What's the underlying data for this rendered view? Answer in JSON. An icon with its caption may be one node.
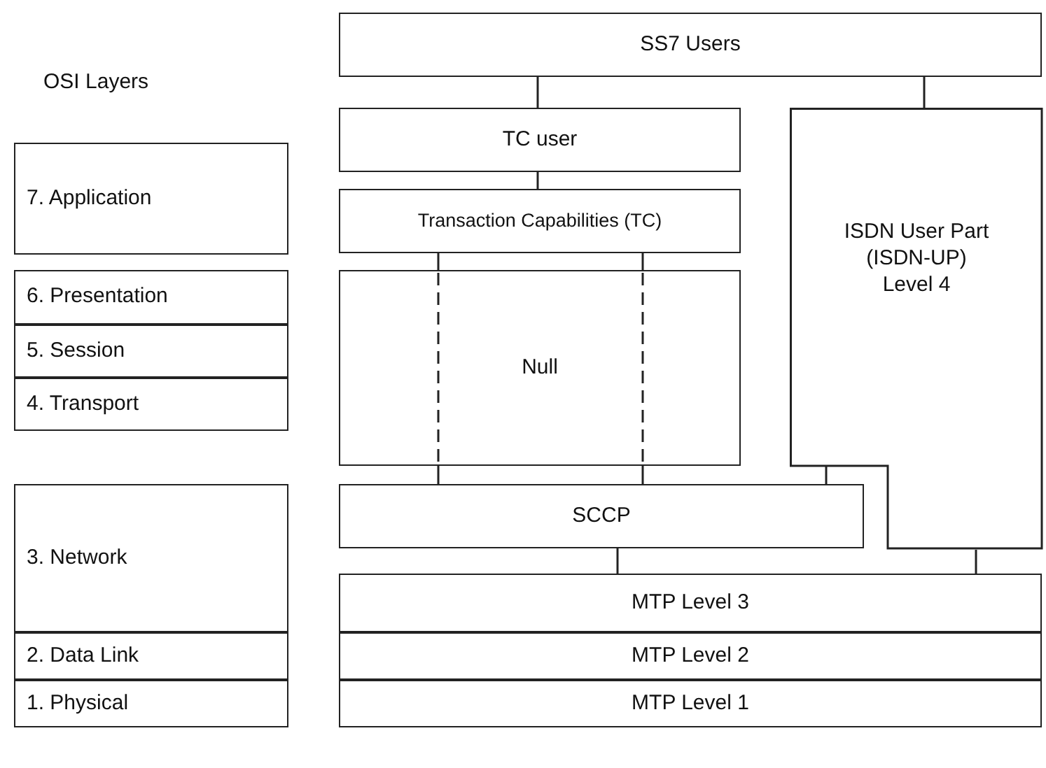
{
  "diagram": {
    "nodes": [
      {
        "text": [
          "7. Application"
        ]
      },
      {
        "text": [
          "6. Presentation"
        ]
      },
      {
        "text": [
          "5. Session"
        ]
      },
      {
        "text": [
          "4. Transport"
        ]
      },
      {
        "text": [
          "3. Network"
        ]
      },
      {
        "text": [
          "2. Data Link"
        ]
      },
      {
        "text": [
          "1. Physical"
        ]
      },
      {
        "text": [
          "SS7 Users"
        ]
      },
      {
        "text": [
          "TC user"
        ]
      },
      {
        "text": [
          "Transaction Capabilities (TC)"
        ]
      },
      {
        "text": [
          "ISDN User Part (ISDN-UP) Level 4"
        ]
      },
      {
        "text": [
          "Null"
        ]
      },
      {
        "text": [
          "SCCP"
        ]
      },
      {
        "text": [
          "MTP Level 3"
        ]
      },
      {
        "text": [
          "MTP Level 2"
        ]
      },
      {
        "text": [
          "MTP Level 1"
        ]
      }
    ],
    "edges": [
      {
        "from": 7,
        "to": 8,
        "arrow": "none"
      },
      {
        "from": 7,
        "to": 10,
        "arrow": "none"
      },
      {
        "from": 8,
        "to": 9,
        "arrow": "none"
      },
      {
        "from": 9,
        "to": 11,
        "arrow": "none"
      },
      {
        "from": 9,
        "to": 11,
        "arrow": "none"
      },
      {
        "from": 11,
        "to": 12,
        "arrow": "none"
      },
      {
        "from": 11,
        "to": 12,
        "arrow": "none"
      },
      {
        "from": 10,
        "to": 12,
        "arrow": "none"
      },
      {
        "from": 12,
        "to": 13,
        "arrow": "none"
      },
      {
        "from": 10,
        "to": 13,
        "arrow": "none"
      }
    ],
    "labels": [
      "OSI Layers"
    ]
  }
}
